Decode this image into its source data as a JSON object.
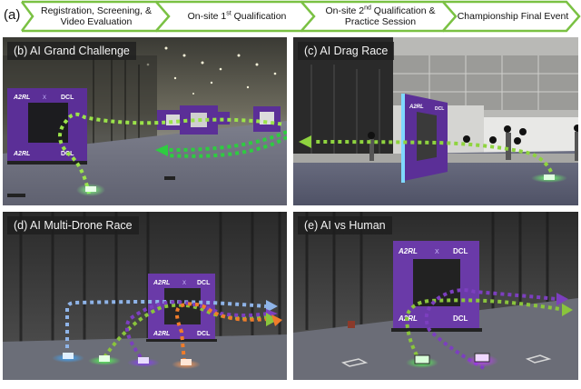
{
  "figure": {
    "timeline": {
      "label": "(a)",
      "border_color": "#7ac143",
      "steps": [
        {
          "line1": "Registration, Screening, &",
          "line2": "Video Evaluation"
        },
        {
          "prefix": "On-site 1",
          "sup": "st",
          "suffix": " Qualification"
        },
        {
          "prefix": "On-site 2",
          "sup": "nd",
          "suffix": " Qualification &",
          "line2": "Practice Session"
        },
        {
          "line1": "Championship Final Event"
        }
      ]
    },
    "panels": [
      {
        "id": "b",
        "label": "(b) AI Grand Challenge",
        "path_colors": [
          "#2ecc40",
          "#9be34a"
        ]
      },
      {
        "id": "c",
        "label": "(c) AI Drag Race",
        "path_colors": [
          "#8fd43f"
        ]
      },
      {
        "id": "d",
        "label": "(d) AI Multi-Drone Race",
        "path_colors": [
          "#8fb4e8",
          "#8ac53c",
          "#7c3fbf",
          "#f07c2a"
        ]
      },
      {
        "id": "e",
        "label": "(e) AI vs Human",
        "path_colors": [
          "#8ac53c",
          "#7c3fbf"
        ]
      }
    ],
    "gate_branding": {
      "left_logo": "A2RL",
      "separator": "X",
      "right_logo": "DCL",
      "gate_color": "#5b2f97"
    },
    "colors": {
      "green_path": "#2ecc40",
      "light_green_path": "#8fd43f",
      "blue_path": "#8fb4e8",
      "purple_path": "#7c3fbf",
      "orange_path": "#f07c2a"
    }
  }
}
